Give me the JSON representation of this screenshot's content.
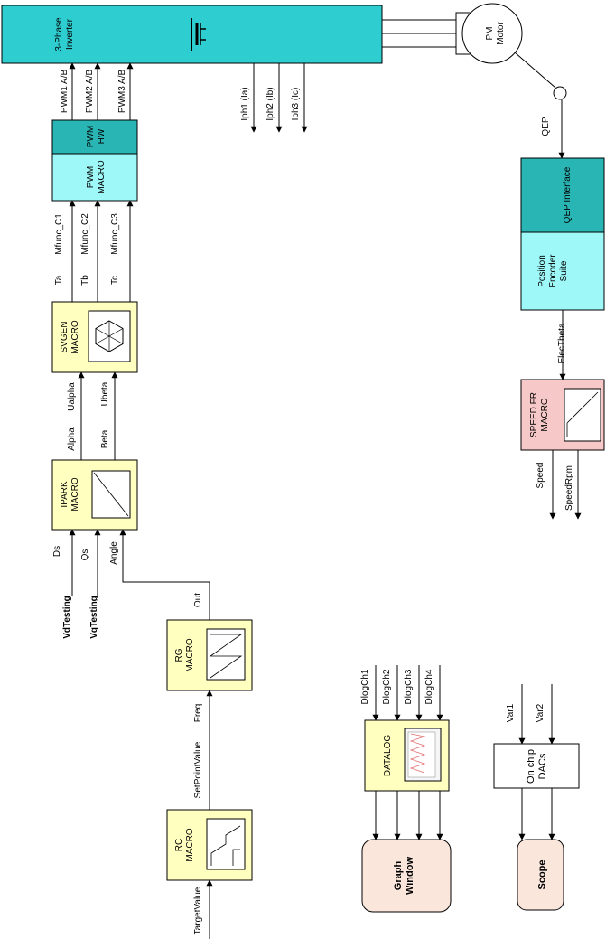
{
  "colors": {
    "inverter": "#2ecdd0",
    "hw": "#2ab5b5",
    "macro_cyan": "#9ef8f8",
    "macro_yellow": "#ffffc0",
    "macro_pink": "#f7c8c8",
    "graph": "#fbe6dc",
    "white": "#ffffff"
  },
  "blocks": {
    "inverter": "3-Phase\nInverter",
    "motor": "PM\nMotor",
    "pwm_hw": "PWM\nHW",
    "pwm_macro": "PWM\nMACRO",
    "svgen": "SVGEN\nMACRO",
    "ipark": "IPARK\nMACRO",
    "rg": "RG\nMACRO",
    "rc": "RC\nMACRO",
    "qep_interface": "QEP Interface",
    "position_encoder": "Position\nEncoder\nSuite",
    "speed_fr": "SPEED FR\nMACRO",
    "datalog": "DATALOG",
    "graph_window": "Graph\nWindow",
    "dacs": "On chip\nDACs",
    "scope": "Scope"
  },
  "signals": {
    "pwm1": "PWM1 A/B",
    "pwm2": "PWM2 A/B",
    "pwm3": "PWM3 A/B",
    "iph1": "Iph1 (Ia)",
    "iph2": "Iph2 (Ib)",
    "iph3": "Iph3 (Ic)",
    "qep": "QEP",
    "mfunc_c1": "Mfunc_C1",
    "mfunc_c2": "Mfunc_C2",
    "mfunc_c3": "Mfunc_C3",
    "ta": "Ta",
    "tb": "Tb",
    "tc": "Tc",
    "ualpha": "Ualpha",
    "ubeta": "Ubeta",
    "alpha": "Alpha",
    "beta": "Beta",
    "ds": "Ds",
    "qs": "Qs",
    "angle": "Angle",
    "vdtesting": "VdTesting",
    "vqtesting": "VqTesting",
    "out": "Out",
    "freq": "Freq",
    "setpointvalue": "SetPointValue",
    "targetvalue": "TargetValue",
    "electheta": "ElecTheta",
    "speed": "Speed",
    "speedrpm": "SpeedRpm",
    "dlogch1": "DlogCh1",
    "dlogch2": "DlogCh2",
    "dlogch3": "DlogCh3",
    "dlogch4": "DlogCh4",
    "var1": "Var1",
    "var2": "Var2"
  }
}
